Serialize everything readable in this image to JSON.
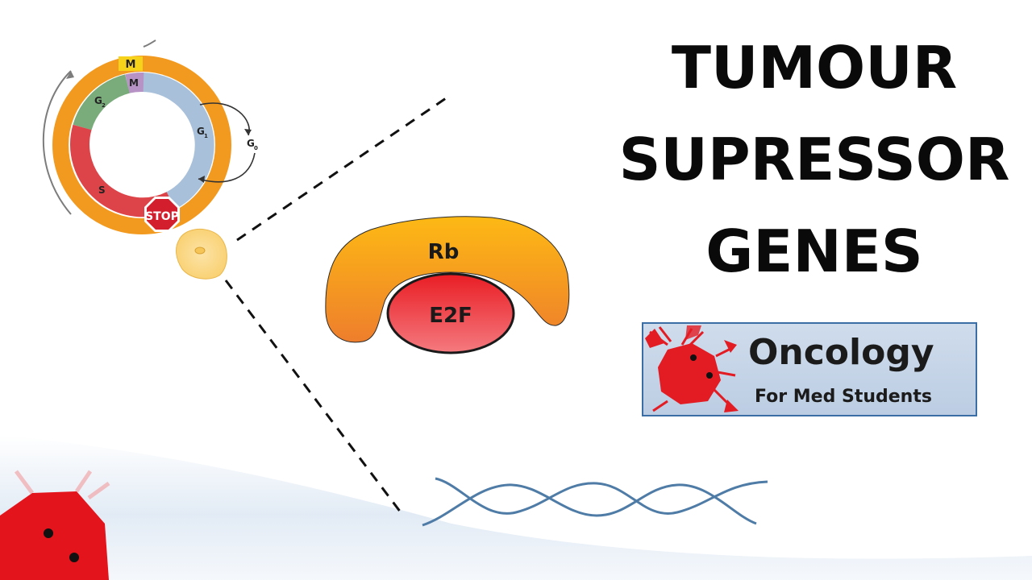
{
  "title": {
    "line1": "TUMOUR",
    "line2": "SUPRESSOR",
    "line3": "GENES"
  },
  "cell_cycle": {
    "outer_phase": "M",
    "inner_phases": {
      "m": "M",
      "g2": "G",
      "g2_sub": "2",
      "g1": "G",
      "g1_sub": "1",
      "g0": "G",
      "g0_sub": "0",
      "s": "S"
    },
    "stop_sign": "STOP"
  },
  "complex": {
    "rb_label": "Rb",
    "e2f_label": "E2F"
  },
  "logo": {
    "title": "Oncology",
    "subtitle": "For Med Students"
  },
  "colors": {
    "ring_outer": "#f29a1f",
    "phase_m": "#f7d21b",
    "phase_m_inner": "#b693c4",
    "phase_g2": "#7aab7b",
    "phase_g1": "#a8c0da",
    "phase_s": "#dd4449",
    "stop_red": "#d21e2d",
    "rb_orange_top": "#fdb414",
    "rb_orange_bottom": "#f08a2a",
    "e2f_red": "#e8222a",
    "dna_blue": "#4f7ca6",
    "logo_border": "#3c6ea6",
    "crab_red": "#e31b23"
  }
}
